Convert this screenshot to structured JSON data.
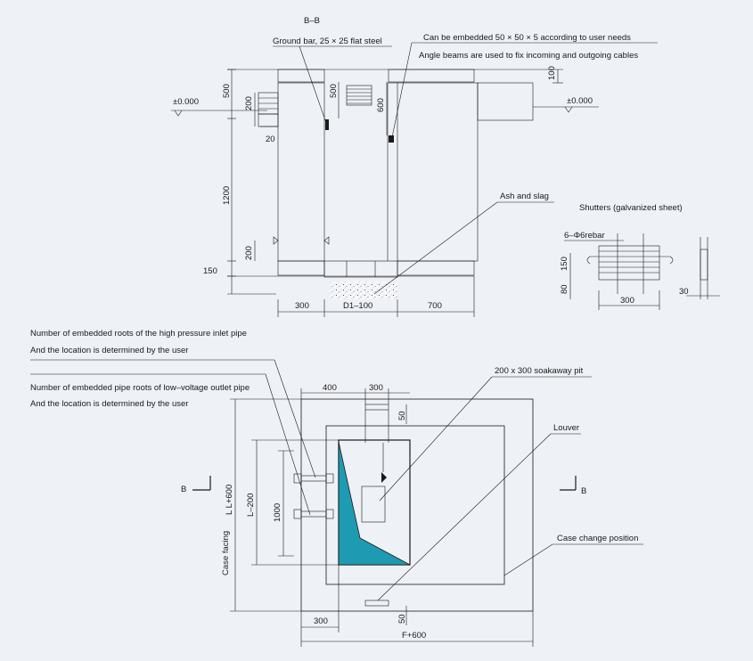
{
  "section_bb": {
    "title": "B–B",
    "label_ground_bar": "Ground bar, 25 × 25 flat steel",
    "label_embed": "Can be embedded 50 × 50 × 5 according to user needs",
    "label_angle": "Angle beams are used to fix incoming and outgoing cables",
    "level_left": "±0.000",
    "level_right": "±0.000",
    "label_ash": "Ash and slag",
    "dims": {
      "d500": "500",
      "d200_top": "200",
      "d20": "20",
      "d1200": "1200",
      "d200_bot": "200",
      "d150": "150",
      "d500_inner": "500",
      "d600": "600",
      "d100": "100",
      "d300": "300",
      "dD1": "D1–100",
      "d700": "700"
    }
  },
  "shutters": {
    "title": "Shutters (galvanized sheet)",
    "rebar": "6–Φ6rebar",
    "d150": "150",
    "d80": "80",
    "d300": "300",
    "d30": "30"
  },
  "plan": {
    "note_hp_1": "Number of embedded roots of the high pressure inlet pipe",
    "note_hp_2": "And the location is determined by the user",
    "note_lv_1": "Number of embedded pipe roots of low–voltage outlet pipe",
    "note_lv_2": "And the location is determined by the user",
    "label_soakaway": "200 x 300 soakaway pit",
    "label_louver": "Louver",
    "label_case_change": "Case change position",
    "label_case_facing": "Case facing",
    "section_mark_left": "B",
    "section_mark_right": "B",
    "dims": {
      "d400": "400",
      "d300_top": "300",
      "d50_top": "50",
      "dL600": "L L+600",
      "dL200": "L–200",
      "d1000": "1000",
      "d300_bot": "300",
      "d50_bot": "50",
      "dF600": "F+600"
    }
  },
  "colors": {
    "brick": "#ef8a2e",
    "mortar": "#fbe2c4",
    "teal": "#1f9ab3",
    "background": "#eef1f6"
  }
}
